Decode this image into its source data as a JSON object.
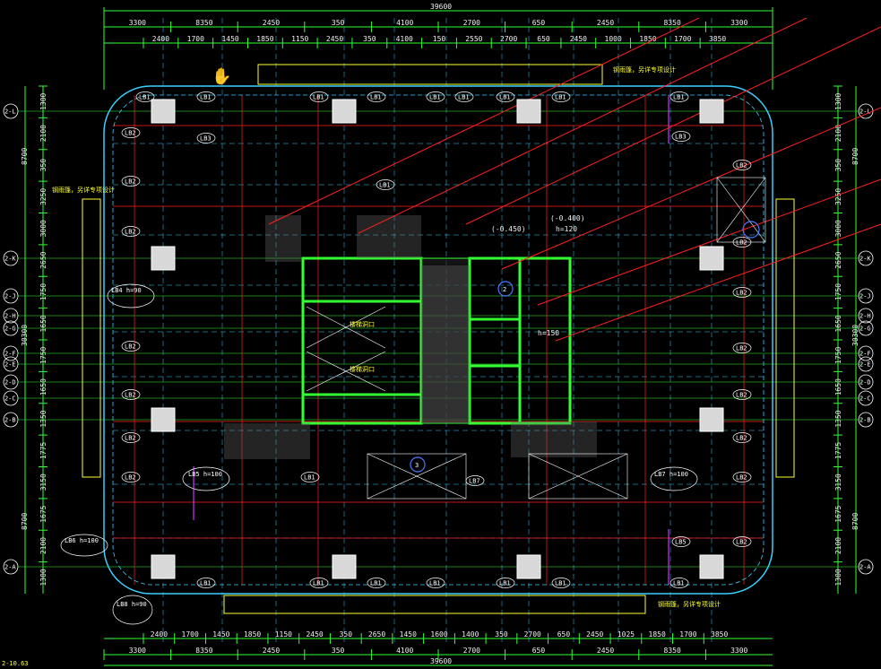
{
  "drawing": {
    "top_total_dim": "39600",
    "bottom_total_dim": "39600",
    "top_dims_row1": [
      "3300",
      "8350",
      "2450",
      "350",
      "4100",
      "2700",
      "650",
      "2450",
      "8350",
      "3300"
    ],
    "top_dims_row2": [
      "2400",
      "1700",
      "1450",
      "1850",
      "1150",
      "2450",
      "350",
      "4100",
      "150",
      "2550",
      "2700",
      "650",
      "2450",
      "1000",
      "1850",
      "1700",
      "3850"
    ],
    "bottom_dims_row1": [
      "2400",
      "1700",
      "1450",
      "1850",
      "1150",
      "2450",
      "350",
      "2650",
      "1450",
      "1600",
      "1400",
      "350",
      "2700",
      "650",
      "2450",
      "1025",
      "1850",
      "1700",
      "3850"
    ],
    "bottom_dims_row2": [
      "3300",
      "8350",
      "2450",
      "350",
      "4100",
      "2700",
      "650",
      "2450",
      "8350",
      "3300"
    ],
    "left_dims": [
      "1300",
      "2100",
      "350",
      "3250",
      "3000",
      "2650",
      "1750",
      "1650",
      "1750",
      "1650",
      "1350",
      "1775",
      "3150",
      "1675",
      "2100",
      "1300"
    ],
    "left_group_dims": [
      "8700",
      "30300",
      "8700"
    ],
    "axis_labels_left": [
      "2-L",
      "2-K",
      "2-J",
      "2-H",
      "2-G",
      "2-F",
      "2-E",
      "2-D",
      "2-C",
      "2-B",
      "2-A"
    ],
    "axis_labels_right": [
      "2-L",
      "2-K",
      "2-J",
      "2-H",
      "2-G",
      "2-F",
      "2-E",
      "2-D",
      "2-C",
      "2-B",
      "2-A"
    ],
    "beam_labels": [
      "LB1",
      "LB2",
      "LB3",
      "LB4",
      "LB5",
      "LB6",
      "LB7"
    ],
    "notes": {
      "top_canopy": "钢雨篷，另详专项设计",
      "bottom_canopy": "钢雨篷，另详专项设计",
      "left_canopy": "钢雨篷，另详专项设计",
      "stair_hole": "楼梯洞口",
      "elev_1": "(-0.400)",
      "elev_2": "(-0.450)",
      "h120": "h=120",
      "h150": "h=150",
      "lb4_note": "LB4 h=90",
      "lb5_note": "LB5 h=100",
      "lb6_note": "LB6 h=100",
      "lb7_note": "LB7 h=100",
      "lb8_note": "LB8 h=90"
    },
    "column_labels": [
      "2",
      "3"
    ],
    "corner_label": "2-10.63"
  }
}
